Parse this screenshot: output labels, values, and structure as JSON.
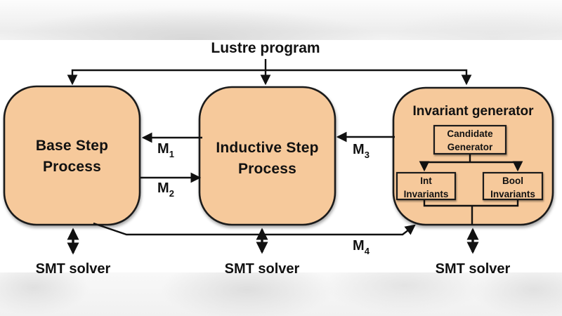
{
  "title": "Lustre program",
  "boxes": {
    "base": {
      "line1": "Base Step",
      "line2": "Process"
    },
    "inductive": {
      "line1": "Inductive Step",
      "line2": "Process"
    },
    "invariant": {
      "title": "Invariant generator",
      "candidate": {
        "line1": "Candidate",
        "line2": "Generator"
      },
      "int_inv": {
        "line1": "Int",
        "line2": "Invariants"
      },
      "bool_inv": {
        "line1": "Bool",
        "line2": "Invariants"
      }
    }
  },
  "messages": {
    "m1": {
      "base": "M",
      "sub": "1"
    },
    "m2": {
      "base": "M",
      "sub": "2"
    },
    "m3": {
      "base": "M",
      "sub": "3"
    },
    "m4": {
      "base": "M",
      "sub": "4"
    }
  },
  "smt": {
    "left": "SMT solver",
    "center": "SMT solver",
    "right": "SMT solver"
  },
  "colors": {
    "box_fill": "#f6c99b",
    "box_border": "#1b1b1b",
    "arrow": "#111111",
    "text": "#111111"
  }
}
